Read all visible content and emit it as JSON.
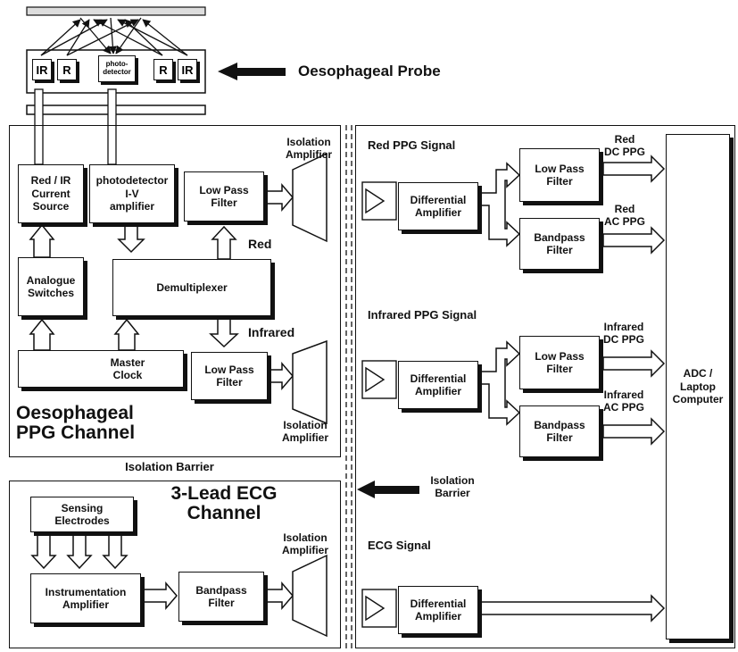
{
  "probe": {
    "label": "Oesophageal Probe",
    "emitters": [
      "IR",
      "R",
      "R",
      "IR"
    ],
    "photodetector": "photo-\ndetector"
  },
  "ppg_channel": {
    "title": "Oesophageal\nPPG Channel",
    "current_source": "Red / IR\nCurrent\nSource",
    "iv_amplifier": "photodetector\nI-V\namplifier",
    "analogue_switches": "Analogue\nSwitches",
    "demultiplexer": "Demultiplexer",
    "master_clock": "Master\nClock",
    "low_pass_red": "Low Pass\nFilter",
    "low_pass_ir": "Low Pass\nFilter",
    "red_label": "Red",
    "infrared_label": "Infrared",
    "isolation_amp_top": "Isolation\nAmplifier",
    "isolation_amp_bottom": "Isolation\nAmplifier"
  },
  "isolation_barrier": "Isolation Barrier",
  "isolation_barrier_arrow": "Isolation\nBarrier",
  "ecg_channel": {
    "title": "3-Lead ECG\nChannel",
    "sensing_electrodes": "Sensing\nElectrodes",
    "instrumentation_amp": "Instrumentation\nAmplifier",
    "bandpass": "Bandpass\nFilter",
    "isolation_amp": "Isolation\nAmplifier"
  },
  "right_panel": {
    "red_signal": "Red PPG Signal",
    "infrared_signal": "Infrared PPG Signal",
    "ecg_signal": "ECG Signal",
    "diff_amp": "Differential\nAmplifier",
    "low_pass": "Low Pass\nFilter",
    "bandpass": "Bandpass\nFilter",
    "red_dc": "Red\nDC PPG",
    "red_ac": "Red\nAC PPG",
    "ir_dc": "Infrared\nDC PPG",
    "ir_ac": "Infrared\nAC PPG",
    "adc": "ADC /\nLaptop\nComputer"
  }
}
